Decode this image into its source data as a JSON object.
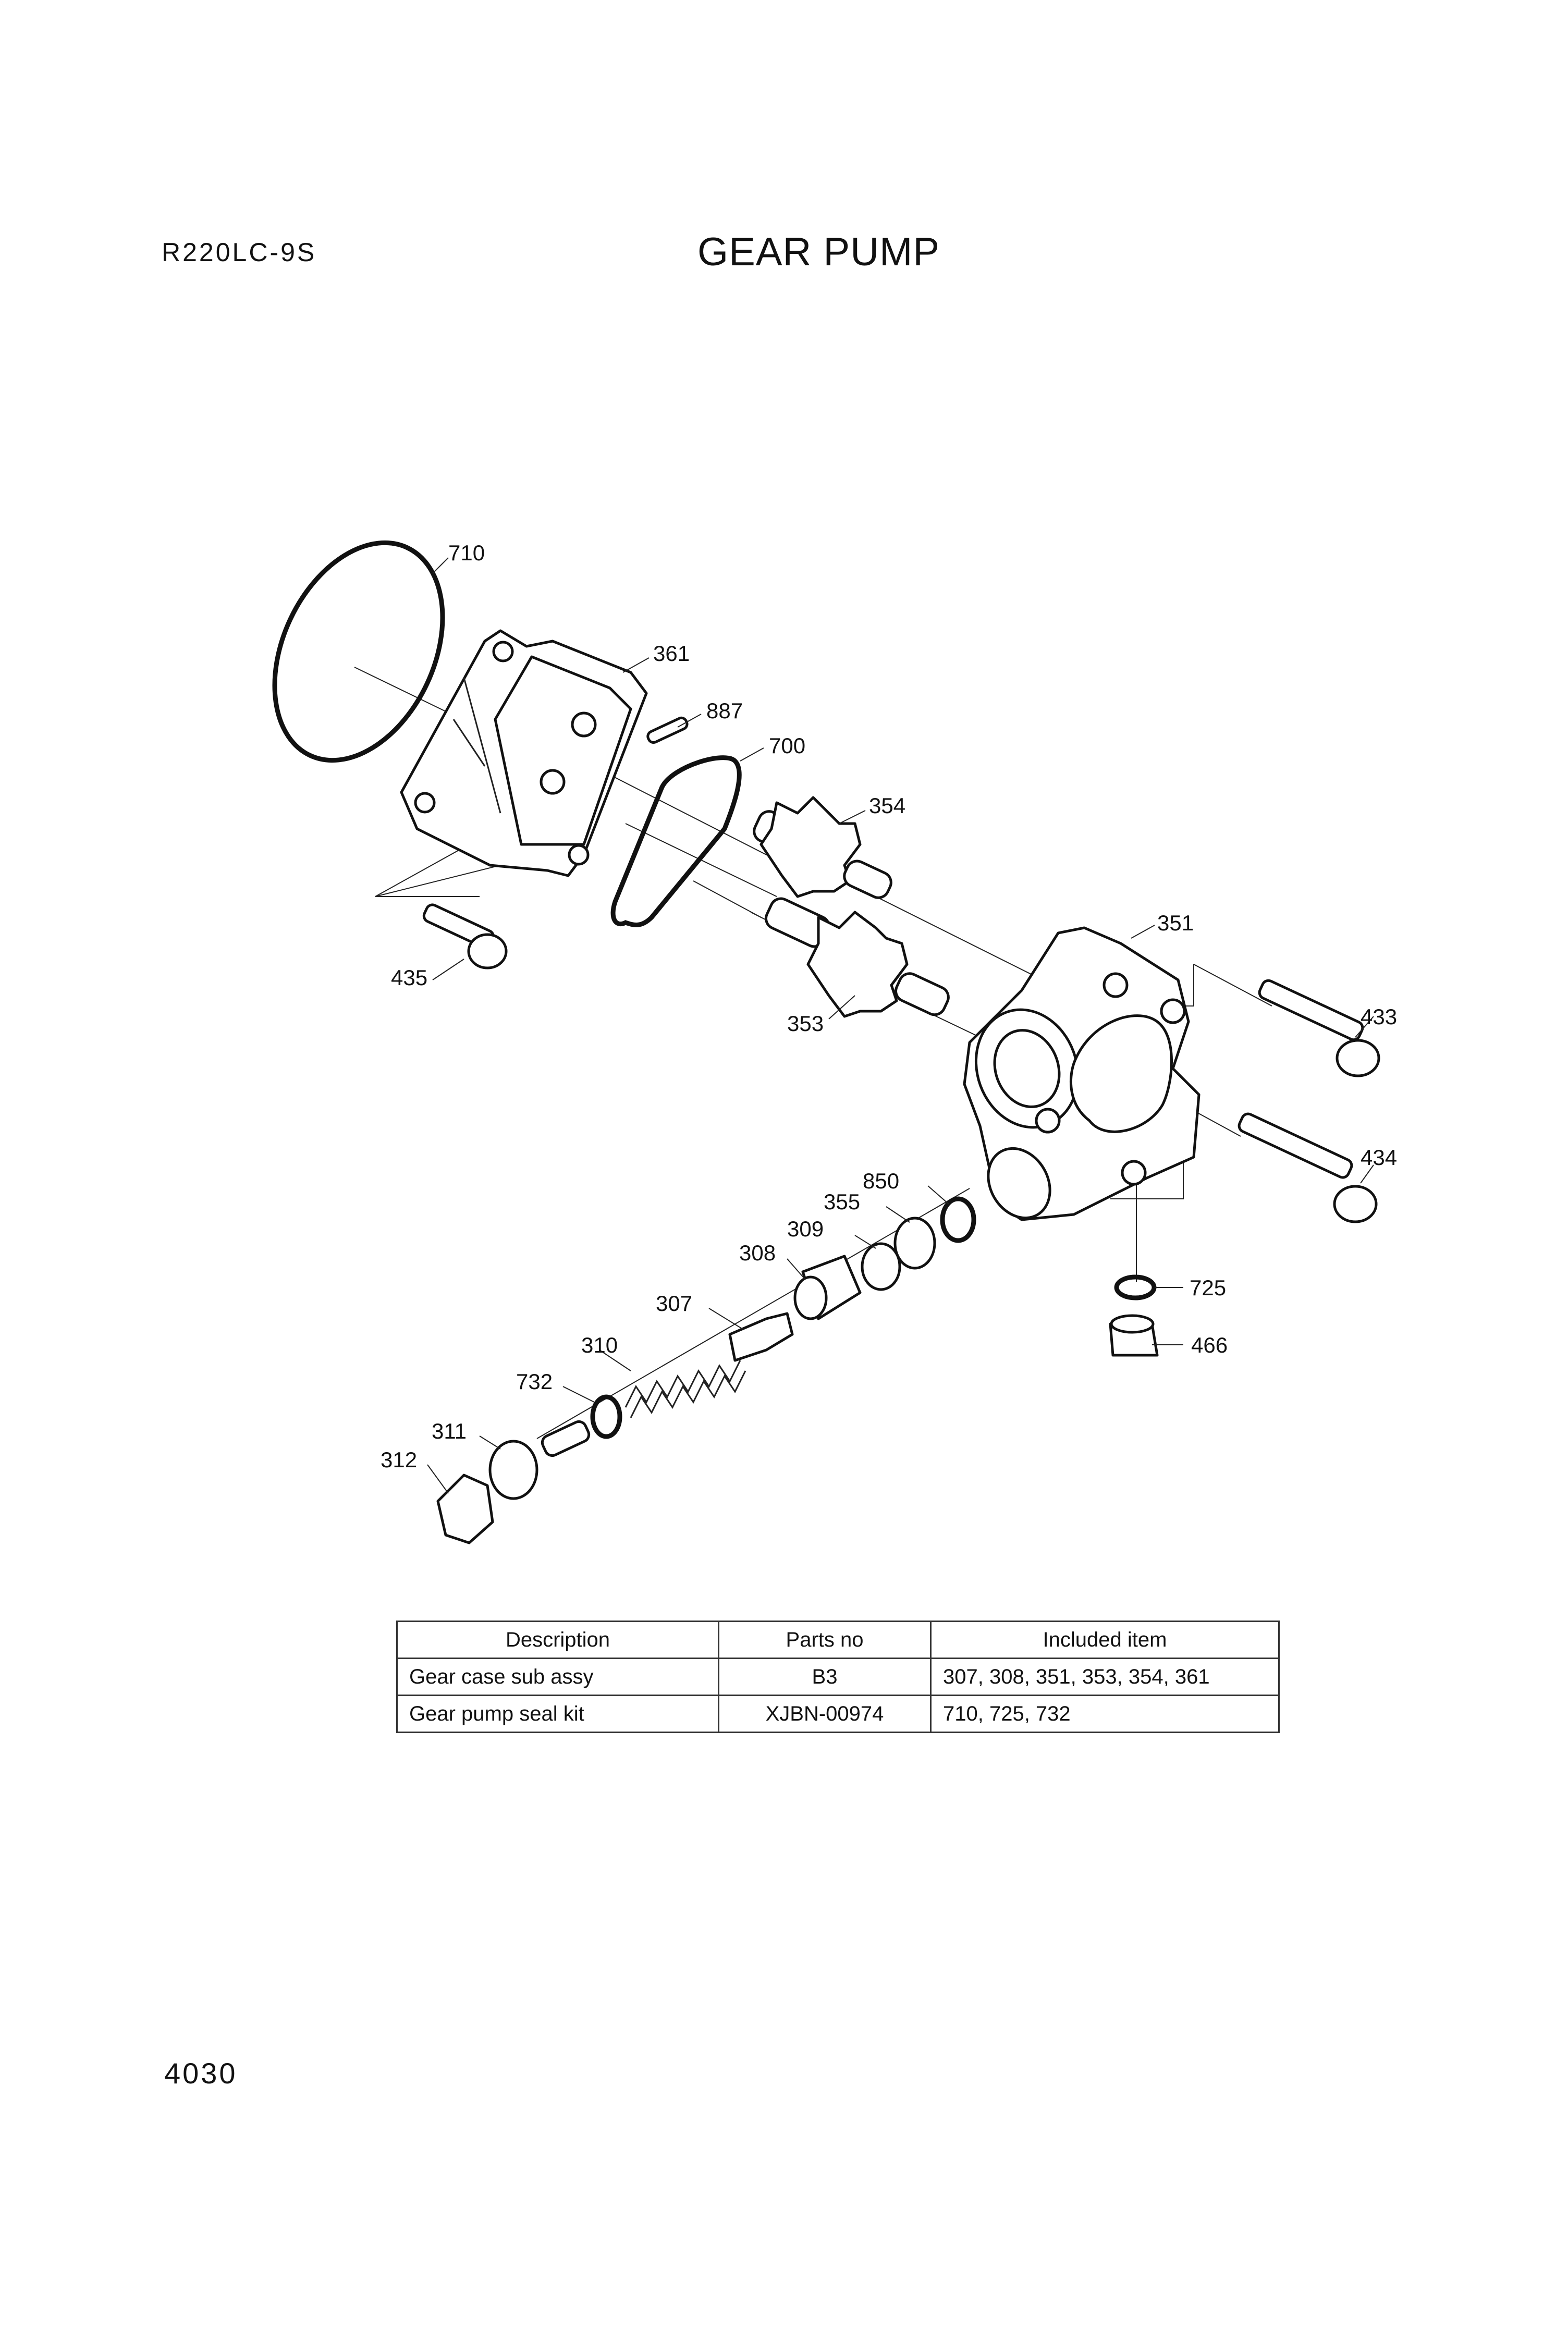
{
  "header": {
    "model": "R220LC-9S",
    "title": "GEAR PUMP"
  },
  "page_number": "4030",
  "callouts": [
    "710",
    "361",
    "887",
    "700",
    "354",
    "351",
    "433",
    "435",
    "353",
    "434",
    "850",
    "355",
    "309",
    "308",
    "307",
    "725",
    "310",
    "466",
    "732",
    "311",
    "312"
  ],
  "table": {
    "headers": [
      "Description",
      "Parts no",
      "Included item"
    ],
    "rows": [
      [
        "Gear case sub assy",
        "B3",
        "307, 308, 351, 353, 354, 361"
      ],
      [
        "Gear pump seal kit",
        "XJBN-00974",
        "710, 725, 732"
      ]
    ]
  }
}
